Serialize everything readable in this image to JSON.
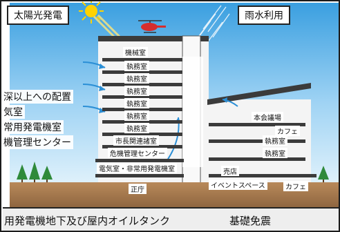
{
  "headers": {
    "solar": "太陽光発電",
    "rainwater": "雨水利用"
  },
  "callouts": [
    "深以上への配置",
    "気室",
    "常用発電機室",
    "機管理センター"
  ],
  "main_building_rooms": {
    "machine_room": "機械室",
    "office_1": "執務室",
    "office_2": "執務室",
    "office_3": "執務室",
    "office_4": "執務室",
    "office_5": "執務室",
    "office_6": "執務室",
    "mayor_rooms": "市長関連諸室",
    "crisis_center": "危機管理センター",
    "electrical_room": "電気室・非常用発電機室",
    "main_office": "正庁"
  },
  "annex_rooms": {
    "assembly_hall": "本会議場",
    "cafe_upper": "カフェ",
    "office_1": "執務室",
    "office_2": "執務室",
    "shop": "売店",
    "event_space": "イベントスペース",
    "cafe_lower": "カフェ"
  },
  "footer": {
    "left": "用発電機地下及び屋内オイルタンク",
    "right": "基礎免震"
  },
  "colors": {
    "sky_top": "#3a9fe0",
    "sky_bottom": "#dff1fb",
    "slab": "#3b3b3b",
    "ground": "#a47650",
    "airflow": "#2b8fd6",
    "sun": "#ffd200",
    "helicopter": "#d62d2d",
    "tree": "#2f8a3a"
  }
}
